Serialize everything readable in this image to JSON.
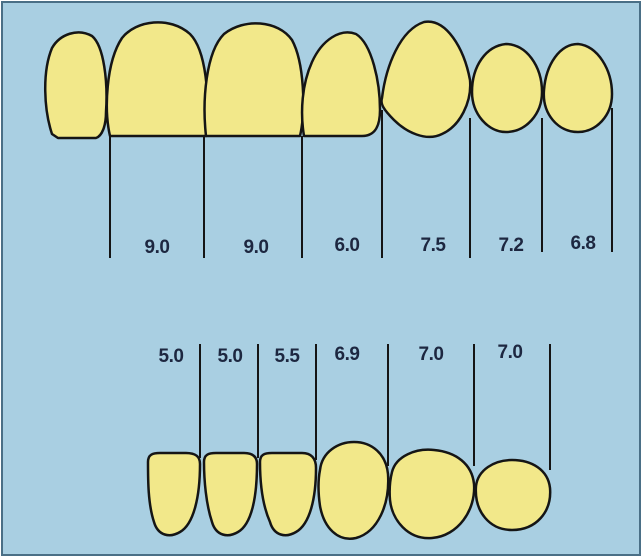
{
  "upper_row": {
    "labels": [
      "9.0",
      "9.0",
      "6.0",
      "7.5",
      "7.2",
      "6.8"
    ]
  },
  "lower_row": {
    "labels": [
      "5.0",
      "5.0",
      "5.5",
      "6.9",
      "7.0",
      "7.0"
    ]
  },
  "colors": {
    "background": "#a9cfe2",
    "tooth_fill": "#f2e88a",
    "outline": "#151515",
    "label": "#1d2740"
  }
}
